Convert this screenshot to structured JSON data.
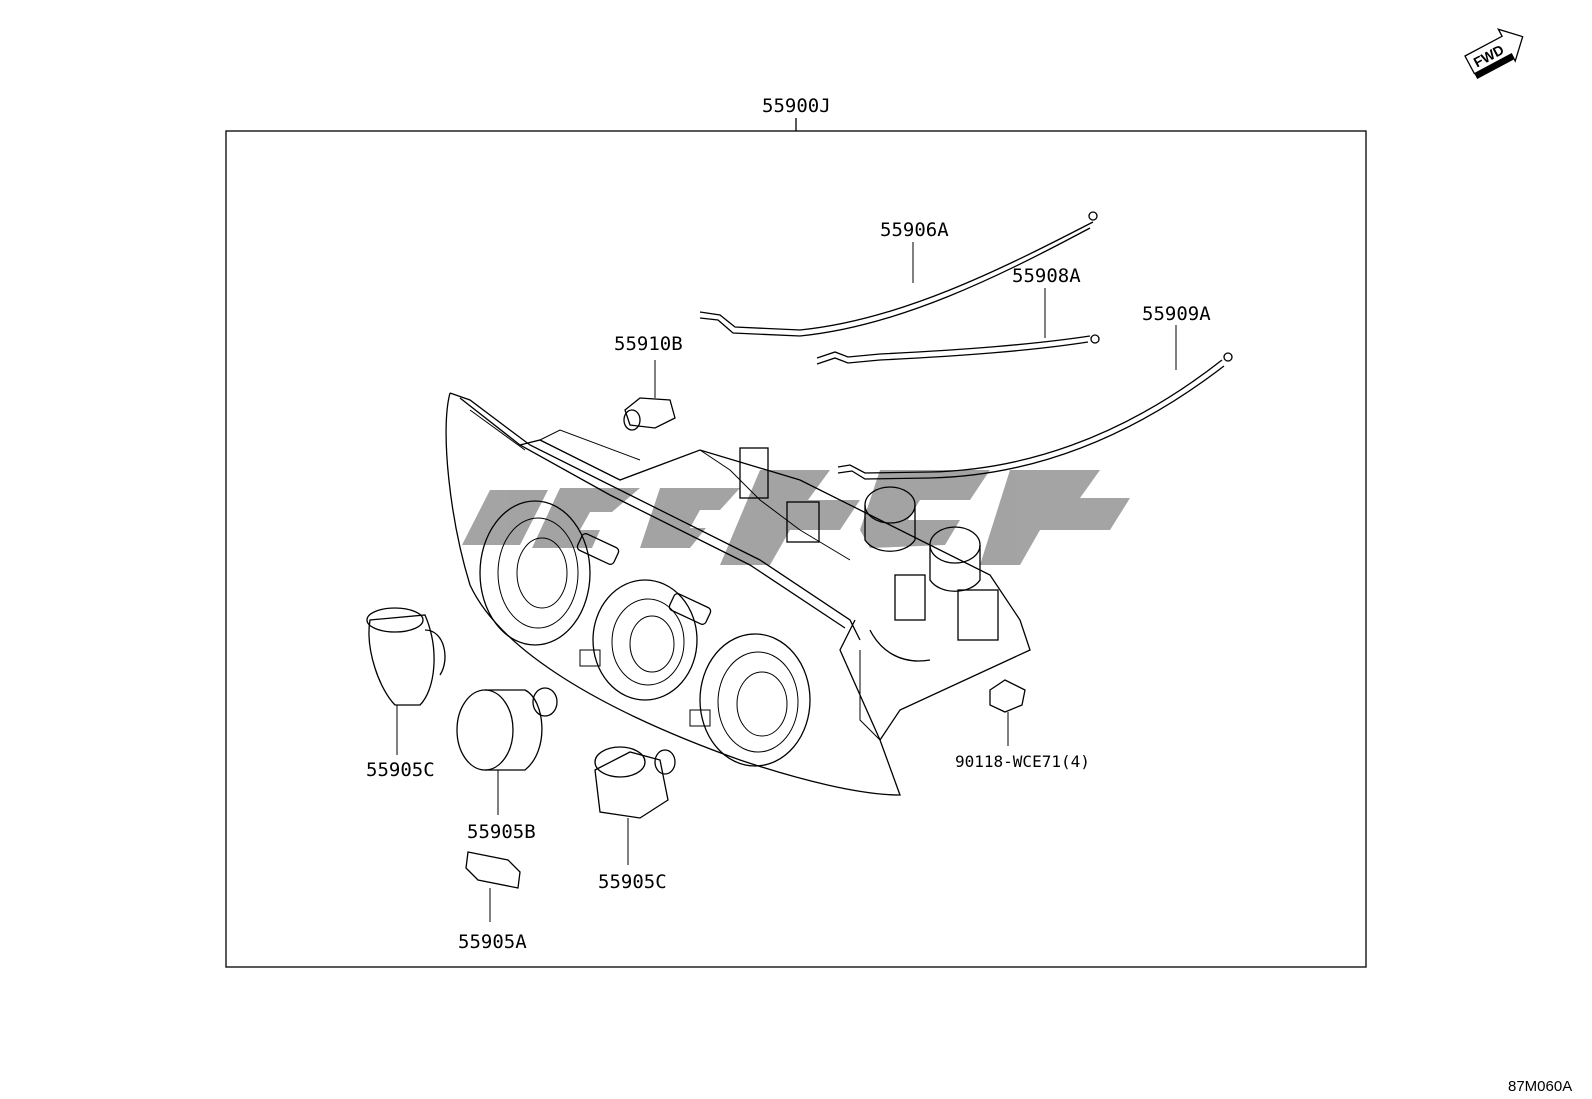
{
  "diagram": {
    "assembly_label": "55900J",
    "fwd_label": "FWD",
    "figure_code": "87M060A",
    "parts": {
      "cable_a": "55906A",
      "cable_b": "55908A",
      "cable_c": "55909A",
      "bulb": "55910B",
      "knob_left": "55905C",
      "knob_mid": "55905B",
      "knob_front": "55905C",
      "button": "55905A",
      "clip": "90118-WCE71(4)"
    }
  }
}
